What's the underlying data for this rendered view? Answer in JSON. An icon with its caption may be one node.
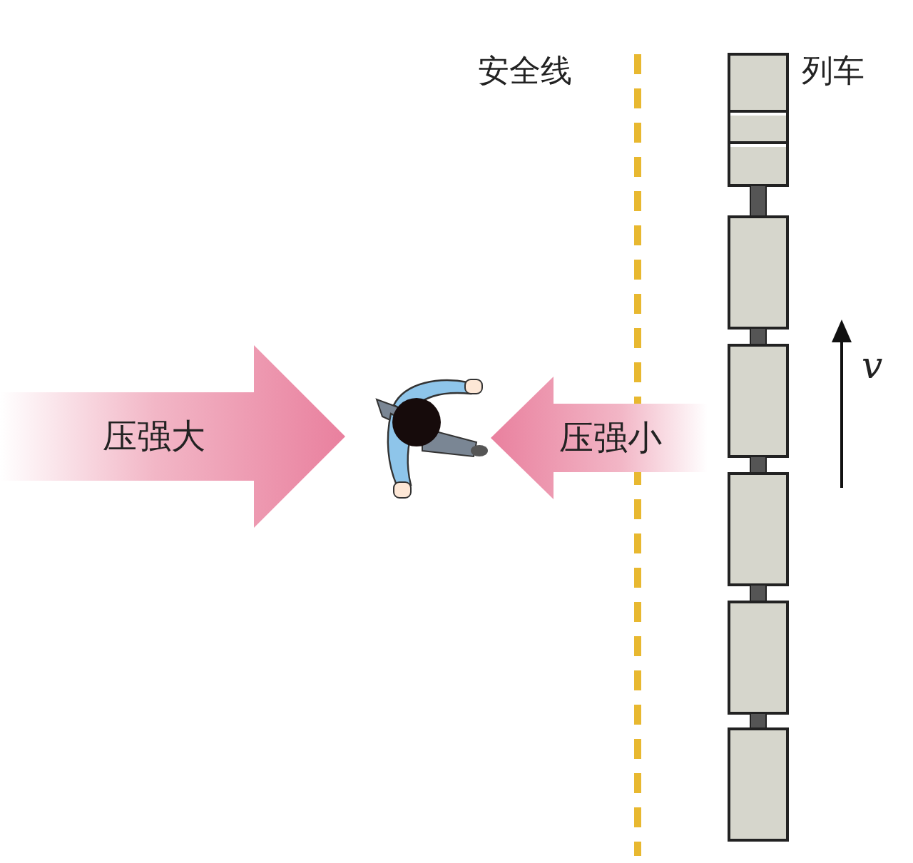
{
  "diagram": {
    "nodes": [
      {
        "text": [
          "压强大"
        ]
      },
      {
        "text": [],
        "shape": "person"
      },
      {
        "text": [
          "压强小"
        ]
      }
    ],
    "labels": [
      "安全线",
      "列车",
      "v"
    ]
  }
}
